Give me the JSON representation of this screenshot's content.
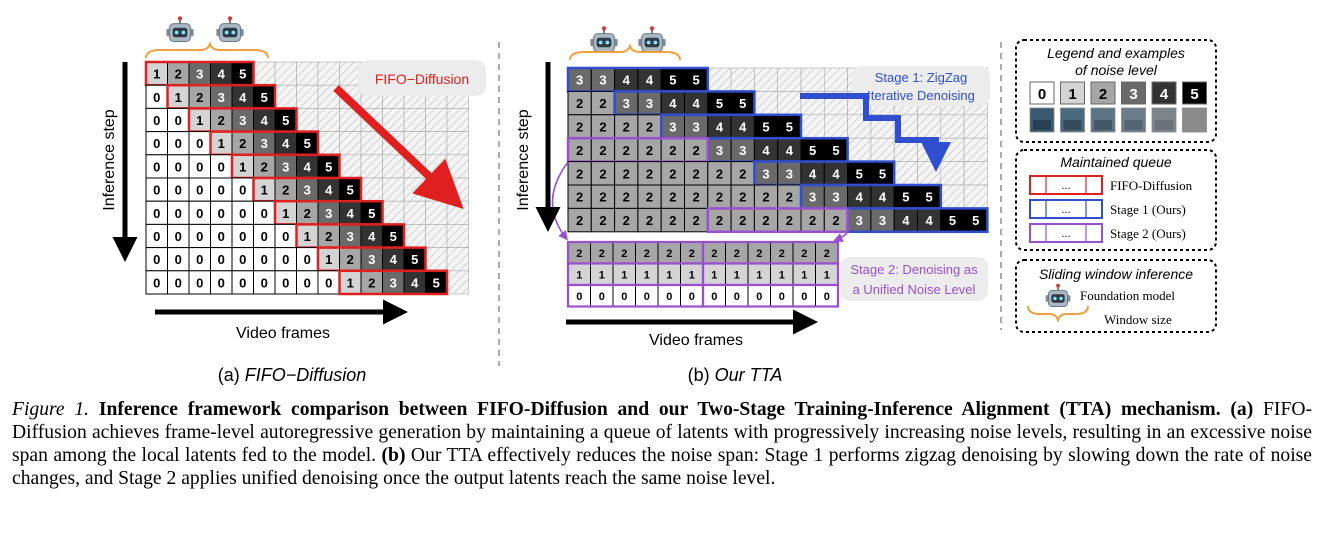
{
  "panel_a": {
    "label_prefix": "(a) ",
    "label_name": "FIFO−Diffusion",
    "tag": "FIFO−Diffusion",
    "y_axis": "Inference step",
    "x_axis": "Video frames",
    "rows": [
      [
        "1",
        "2",
        "3",
        "4",
        "5"
      ],
      [
        "0",
        "1",
        "2",
        "3",
        "4",
        "5"
      ],
      [
        "0",
        "0",
        "1",
        "2",
        "3",
        "4",
        "5"
      ],
      [
        "0",
        "0",
        "0",
        "1",
        "2",
        "3",
        "4",
        "5"
      ],
      [
        "0",
        "0",
        "0",
        "0",
        "1",
        "2",
        "3",
        "4",
        "5"
      ],
      [
        "0",
        "0",
        "0",
        "0",
        "0",
        "1",
        "2",
        "3",
        "4",
        "5"
      ],
      [
        "0",
        "0",
        "0",
        "0",
        "0",
        "0",
        "1",
        "2",
        "3",
        "4",
        "5"
      ],
      [
        "0",
        "0",
        "0",
        "0",
        "0",
        "0",
        "0",
        "1",
        "2",
        "3",
        "4",
        "5"
      ],
      [
        "0",
        "0",
        "0",
        "0",
        "0",
        "0",
        "0",
        "0",
        "1",
        "2",
        "3",
        "4",
        "5"
      ],
      [
        "0",
        "0",
        "0",
        "0",
        "0",
        "0",
        "0",
        "0",
        "0",
        "1",
        "2",
        "3",
        "4",
        "5"
      ]
    ]
  },
  "panel_b": {
    "label_prefix": "(b) ",
    "label_name": "Our TTA",
    "stage1_line1": "Stage 1: ZigZag",
    "stage1_line2": "Iterative Denoising",
    "stage2_line1": "Stage 2: Denoising as",
    "stage2_line2": "a Unified Noise Level",
    "y_axis": "Inference step",
    "x_axis": "Video frames",
    "rows": [
      [
        "3",
        "3",
        "4",
        "4",
        "5",
        "5"
      ],
      [
        "2",
        "2",
        "3",
        "3",
        "4",
        "4",
        "5",
        "5"
      ],
      [
        "2",
        "2",
        "2",
        "2",
        "3",
        "3",
        "4",
        "4",
        "5",
        "5"
      ],
      [
        "2",
        "2",
        "2",
        "2",
        "2",
        "2",
        "3",
        "3",
        "4",
        "4",
        "5",
        "5"
      ],
      [
        "2",
        "2",
        "2",
        "2",
        "2",
        "2",
        "2",
        "2",
        "3",
        "3",
        "4",
        "4",
        "5",
        "5"
      ],
      [
        "2",
        "2",
        "2",
        "2",
        "2",
        "2",
        "2",
        "2",
        "2",
        "2",
        "3",
        "3",
        "4",
        "4",
        "5",
        "5"
      ],
      [
        "2",
        "2",
        "2",
        "2",
        "2",
        "2",
        "2",
        "2",
        "2",
        "2",
        "2",
        "2",
        "3",
        "3",
        "4",
        "4",
        "5",
        "5"
      ]
    ],
    "stage2_rows": [
      [
        "2",
        "2",
        "2",
        "2",
        "2",
        "2",
        "2",
        "2",
        "2",
        "2",
        "2",
        "2"
      ],
      [
        "1",
        "1",
        "1",
        "1",
        "1",
        "1",
        "1",
        "1",
        "1",
        "1",
        "1",
        "1"
      ],
      [
        "0",
        "0",
        "0",
        "0",
        "0",
        "0",
        "0",
        "0",
        "0",
        "0",
        "0",
        "0"
      ]
    ]
  },
  "legend": {
    "noise_title_1": "Legend and examples",
    "noise_title_2": "of noise level",
    "levels": [
      "0",
      "1",
      "2",
      "3",
      "4",
      "5"
    ],
    "queue_title": "Maintained queue",
    "queue_dots": "...",
    "queue_items": [
      "FIFO-Diffusion",
      "Stage 1 (Ours)",
      "Stage 2 (Ours)"
    ],
    "sliding_title": "Sliding window inference",
    "foundation": "Foundation model",
    "window": "Window size"
  },
  "colors": {
    "fifo_red": "#e02020",
    "stage1_blue": "#2f4fd0",
    "stage2_purple": "#9a4fd0",
    "bracket_orange": "#f0a040"
  },
  "caption": {
    "figure_label": "Figure 1.",
    "title": "Inference framework comparison between FIFO-Diffusion and our Two-Stage Training-Inference Alignment (TTA) mechanism.",
    "a_label": "(a)",
    "a_text": "FIFO-Diffusion achieves frame-level autoregressive generation by maintaining a queue of latents with progressively increasing noise levels, resulting in an excessive noise span among the local latents fed to the model.",
    "b_label": "(b)",
    "b_text": "Our TTA effectively reduces the noise span: Stage 1 performs zigzag denoising by slowing down the rate of noise changes, and Stage 2 applies unified denoising once the output latents reach the same noise level."
  }
}
